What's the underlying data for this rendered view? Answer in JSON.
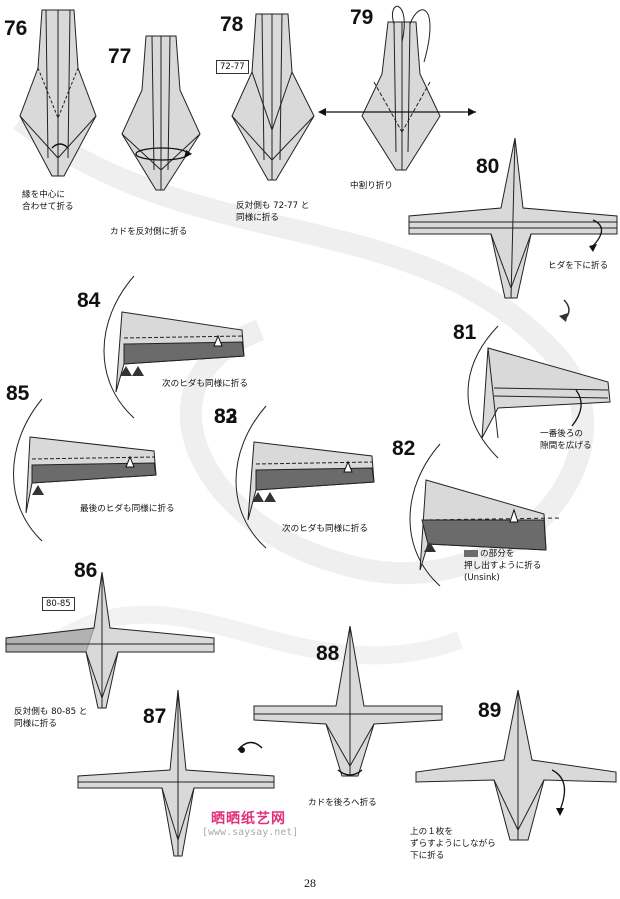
{
  "page_number": "28",
  "watermark": {
    "brand": "晒晒纸艺网",
    "url": "[www.saysay.net]"
  },
  "colors": {
    "paper": "#d9d9d9",
    "shade": "#6b6b6b",
    "line": "#222222",
    "swirl": "#eeeeee"
  },
  "steps": [
    {
      "number": "76",
      "caption": [
        "縁を中心に",
        "合わせて折る"
      ]
    },
    {
      "number": "77",
      "caption": [
        "カドを反対側に折る"
      ]
    },
    {
      "number": "78",
      "ref": "72-77",
      "caption": [
        "反対側も 72-77 と",
        "同様に折る"
      ]
    },
    {
      "number": "79",
      "caption": [
        "中割り折り"
      ]
    },
    {
      "number": "80",
      "caption": [
        "ヒダを下に折る"
      ]
    },
    {
      "number": "81",
      "caption": [
        "一番後ろの",
        "隙間を広げる"
      ]
    },
    {
      "number": "82",
      "caption": [
        "の部分を",
        "押し出すように折る",
        "(Unsink)"
      ]
    },
    {
      "number": "83",
      "caption": [
        "次のヒダも同様に折る"
      ]
    },
    {
      "number": "84",
      "caption": [
        "次のヒダも同様に折る"
      ]
    },
    {
      "number": "85",
      "caption": [
        "最後のヒダも同様に折る"
      ]
    },
    {
      "number": "86",
      "ref": "80-85",
      "caption": [
        "反対側も 80-85 と",
        "同様に折る"
      ]
    },
    {
      "number": "87",
      "caption": []
    },
    {
      "number": "88",
      "caption": [
        "カドを後ろへ折る"
      ]
    },
    {
      "number": "89",
      "caption": [
        "上の１枚を",
        "ずらすようにしながら",
        "下に折る"
      ]
    }
  ]
}
